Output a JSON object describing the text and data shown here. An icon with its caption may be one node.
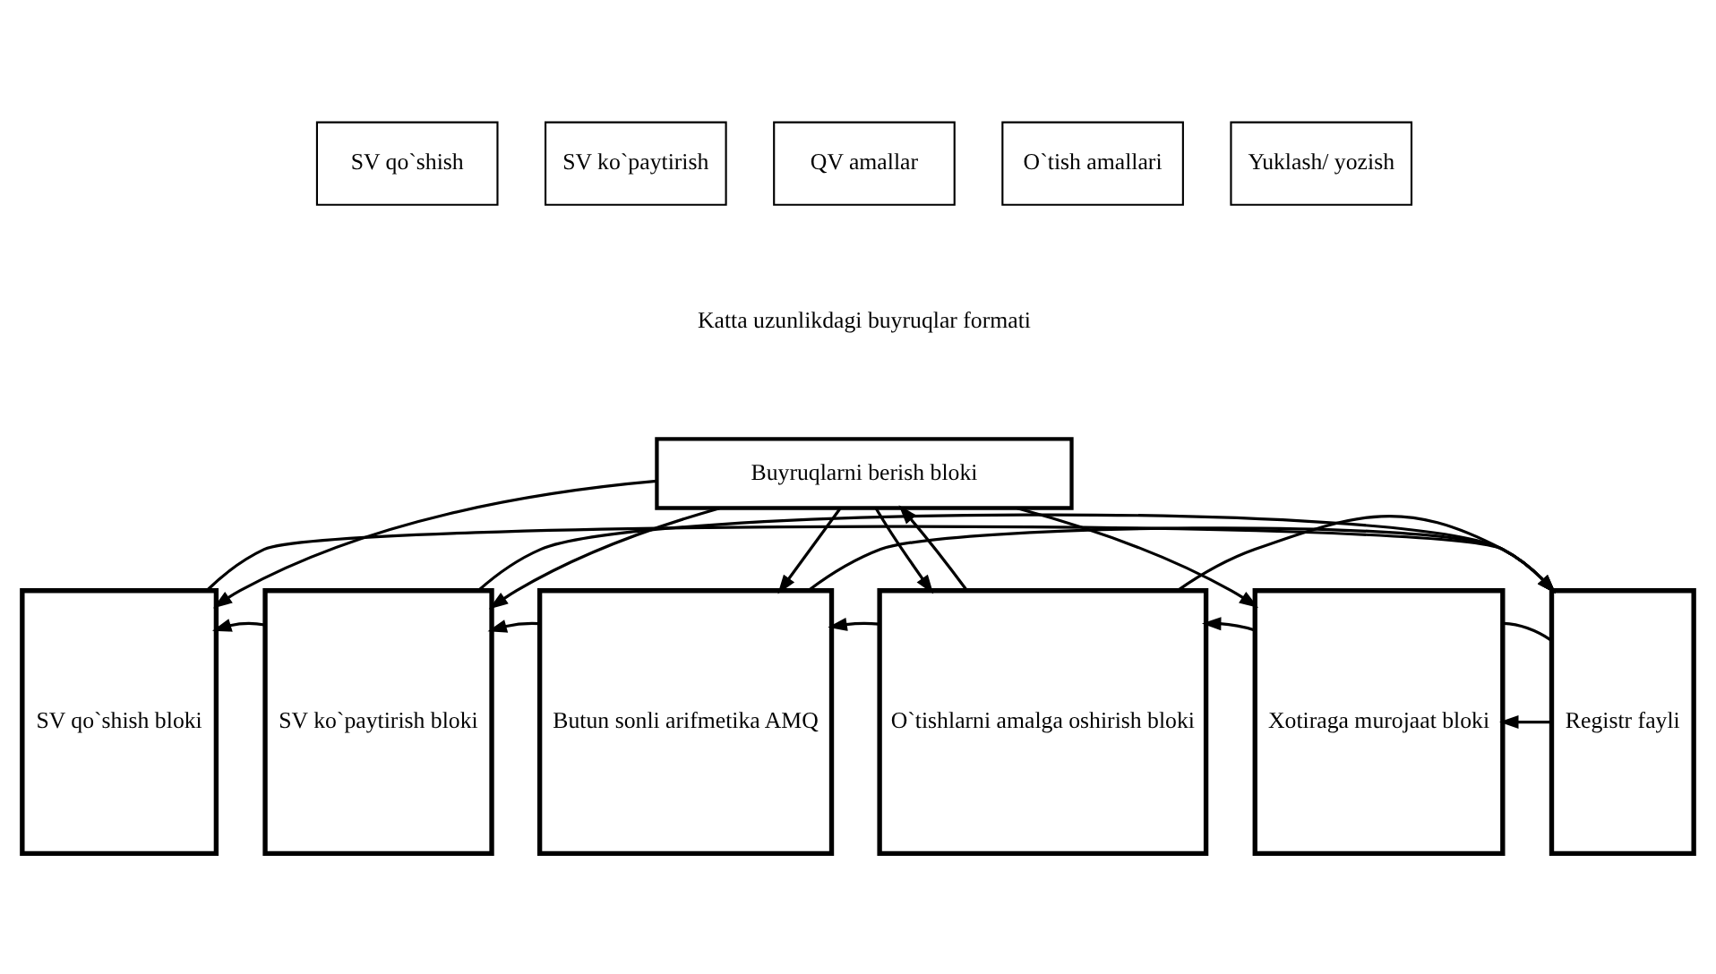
{
  "diagram": {
    "nodes": [
      {
        "text": [
          "SV qo`shish"
        ]
      },
      {
        "text": [
          "SV ko`paytirish"
        ]
      },
      {
        "text": [
          "QV amallar"
        ]
      },
      {
        "text": [
          "O`tish amallari"
        ]
      },
      {
        "text": [
          "Yuklash/ yozish"
        ]
      },
      {
        "text": [
          "Buyruqlarni berish bloki"
        ]
      },
      {
        "text": [
          "SV qo`shish bloki"
        ]
      },
      {
        "text": [
          "SV ko`paytirish bloki"
        ]
      },
      {
        "text": [
          "Butun sonli arifmetika AMQ"
        ]
      },
      {
        "text": [
          "O`tishlarni amalga oshirish bloki"
        ]
      },
      {
        "text": [
          "Xotiraga murojaat bloki"
        ]
      },
      {
        "text": [
          "Registr fayli"
        ]
      }
    ],
    "edges": [
      {
        "from": 5,
        "to": 6,
        "arrow": "to"
      },
      {
        "from": 5,
        "to": 7,
        "arrow": "to"
      },
      {
        "from": 5,
        "to": 8,
        "arrow": "to"
      },
      {
        "from": 5,
        "to": 9,
        "arrow": "to"
      },
      {
        "from": 5,
        "to": 10,
        "arrow": "to"
      },
      {
        "from": 9,
        "to": 5,
        "arrow": "to"
      },
      {
        "from": 11,
        "to": 10,
        "arrow": "to"
      },
      {
        "from": 10,
        "to": 11,
        "arrow": "none"
      },
      {
        "from": 10,
        "to": 9,
        "arrow": "to"
      },
      {
        "from": 9,
        "to": 8,
        "arrow": "to"
      },
      {
        "from": 8,
        "to": 7,
        "arrow": "to"
      },
      {
        "from": 7,
        "to": 6,
        "arrow": "to"
      },
      {
        "from": 9,
        "to": 11,
        "arrow": "to"
      },
      {
        "from": 8,
        "to": 11,
        "arrow": "to"
      },
      {
        "from": 7,
        "to": 11,
        "arrow": "to"
      },
      {
        "from": 6,
        "to": 11,
        "arrow": "to"
      }
    ],
    "labels": [
      "Katta uzunlikdagi buyruqlar formati"
    ]
  }
}
